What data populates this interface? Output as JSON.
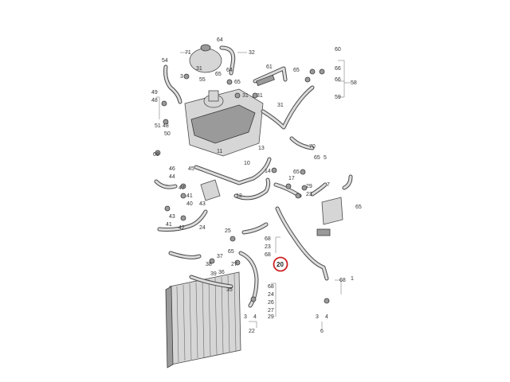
{
  "diagram": {
    "highlight_color": "#cc2222",
    "highlighted_callout": "20",
    "callouts": [
      {
        "id": "c71",
        "text": "71"
      },
      {
        "id": "c64a",
        "text": "64"
      },
      {
        "id": "c32",
        "text": "32"
      },
      {
        "id": "c54",
        "text": "54"
      },
      {
        "id": "c31a",
        "text": "31"
      },
      {
        "id": "c3a",
        "text": "3"
      },
      {
        "id": "c65a",
        "text": "65"
      },
      {
        "id": "c55",
        "text": "55"
      },
      {
        "id": "c64b",
        "text": "64"
      },
      {
        "id": "c65b",
        "text": "65"
      },
      {
        "id": "c31b",
        "text": "31"
      },
      {
        "id": "c31c",
        "text": "31"
      },
      {
        "id": "c49",
        "text": "49"
      },
      {
        "id": "c48a",
        "text": "48"
      },
      {
        "id": "c51",
        "text": "51"
      },
      {
        "id": "c48b",
        "text": "48"
      },
      {
        "id": "c50",
        "text": "50"
      },
      {
        "id": "c68a",
        "text": "68"
      },
      {
        "id": "c61",
        "text": "61"
      },
      {
        "id": "c60",
        "text": "60"
      },
      {
        "id": "c66a",
        "text": "66"
      },
      {
        "id": "c66b",
        "text": "66"
      },
      {
        "id": "c58",
        "text": "58"
      },
      {
        "id": "c65c",
        "text": "65"
      },
      {
        "id": "c31d",
        "text": "31"
      },
      {
        "id": "c59",
        "text": "59"
      },
      {
        "id": "c13",
        "text": "13"
      },
      {
        "id": "c70",
        "text": "70"
      },
      {
        "id": "c65d",
        "text": "65"
      },
      {
        "id": "c5",
        "text": "5"
      },
      {
        "id": "c11",
        "text": "11"
      },
      {
        "id": "c10",
        "text": "10"
      },
      {
        "id": "c46",
        "text": "46"
      },
      {
        "id": "c45",
        "text": "45"
      },
      {
        "id": "c44",
        "text": "44"
      },
      {
        "id": "c47",
        "text": "47"
      },
      {
        "id": "c41",
        "text": "41"
      },
      {
        "id": "c40",
        "text": "40"
      },
      {
        "id": "c43a",
        "text": "43"
      },
      {
        "id": "c43b",
        "text": "43"
      },
      {
        "id": "c12",
        "text": "12"
      },
      {
        "id": "c14",
        "text": "14"
      },
      {
        "id": "c65e",
        "text": "65"
      },
      {
        "id": "c17",
        "text": "17"
      },
      {
        "id": "c29a",
        "text": "29"
      },
      {
        "id": "c23a",
        "text": "23"
      },
      {
        "id": "c7",
        "text": "7"
      },
      {
        "id": "c65f",
        "text": "65"
      },
      {
        "id": "c41b",
        "text": "41"
      },
      {
        "id": "c42",
        "text": "42"
      },
      {
        "id": "c24",
        "text": "24"
      },
      {
        "id": "c25",
        "text": "25"
      },
      {
        "id": "c68b",
        "text": "68"
      },
      {
        "id": "c23b",
        "text": "23"
      },
      {
        "id": "c68c",
        "text": "68"
      },
      {
        "id": "c65g",
        "text": "65"
      },
      {
        "id": "c27",
        "text": "27"
      },
      {
        "id": "c37",
        "text": "37"
      },
      {
        "id": "c38",
        "text": "38"
      },
      {
        "id": "c39",
        "text": "39"
      },
      {
        "id": "c36",
        "text": "36"
      },
      {
        "id": "c35",
        "text": "35"
      },
      {
        "id": "c68d",
        "text": "68"
      },
      {
        "id": "c24b",
        "text": "24"
      },
      {
        "id": "c26",
        "text": "26"
      },
      {
        "id": "c27b",
        "text": "27"
      },
      {
        "id": "c29b",
        "text": "29"
      },
      {
        "id": "c3b",
        "text": "3"
      },
      {
        "id": "c4a",
        "text": "4"
      },
      {
        "id": "c22",
        "text": "22"
      },
      {
        "id": "c68e",
        "text": "68"
      },
      {
        "id": "c1",
        "text": "1"
      },
      {
        "id": "c3c",
        "text": "3"
      },
      {
        "id": "c4b",
        "text": "4"
      },
      {
        "id": "c6",
        "text": "6"
      }
    ]
  }
}
